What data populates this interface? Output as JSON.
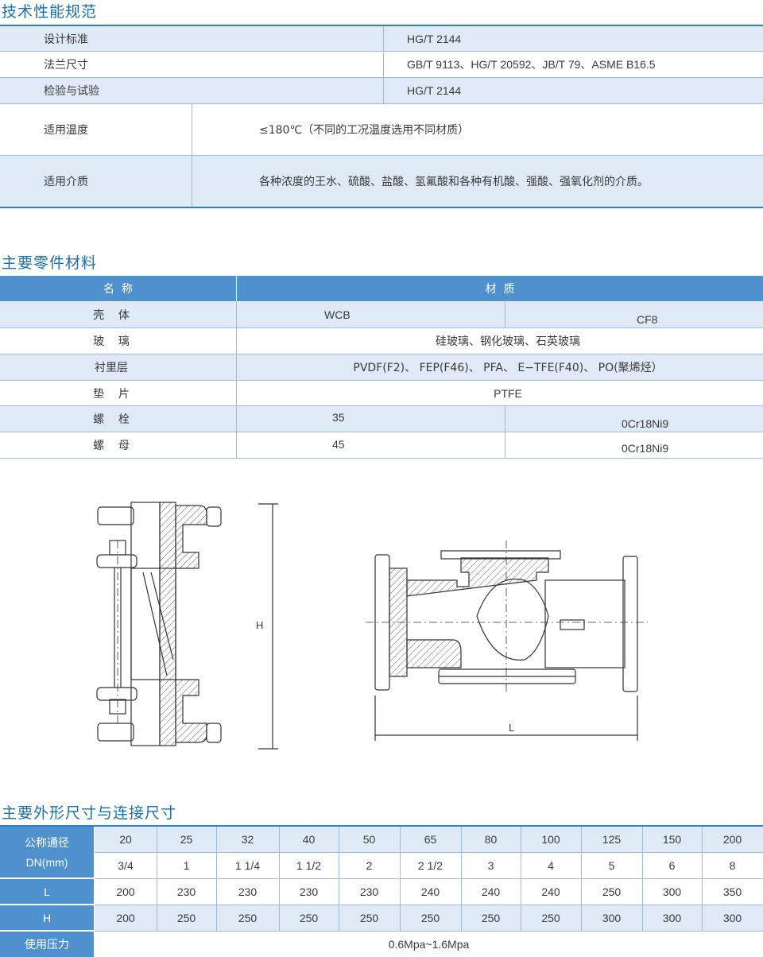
{
  "spec": {
    "title": "技术性能规范",
    "rows": [
      {
        "label": "设计标准",
        "value": "HG/T 2144"
      },
      {
        "label": "法兰尺寸",
        "value": "GB/T 9113、HG/T 20592、JB/T 79、ASME  B16.5"
      },
      {
        "label": "检验与试验",
        "value": "HG/T 2144"
      },
      {
        "label": "适用温度",
        "value": "≤180℃（不同的工况温度选用不同材质）"
      },
      {
        "label": "适用介质",
        "value": "各种浓度的王水、硫酸、盐酸、氢氟酸和各种有机酸、强酸、强氧化剂的介质。"
      }
    ]
  },
  "materials": {
    "title": "主要零件材料",
    "header_name": "名  称",
    "header_material": "材  质",
    "rows": [
      {
        "name": "壳    体",
        "a": "WCB",
        "b": "CF8"
      },
      {
        "name": "玻    璃",
        "full": "硅玻璃、钢化玻璃、石英玻璃"
      },
      {
        "name": "衬里层",
        "full": "PVDF(F2)、 FEP(F46)、 PFA、 E−TFE(F40)、 PO(聚烯烃）"
      },
      {
        "name": "垫    片",
        "full": "PTFE"
      },
      {
        "name": "螺    栓",
        "a": "35",
        "b": "0Cr18Ni9"
      },
      {
        "name": "螺    母",
        "a": "45",
        "b": "0Cr18Ni9"
      }
    ]
  },
  "drawing": {
    "h_label": "H",
    "l_label": "L"
  },
  "dims": {
    "title": "主要外形尺寸与连接尺寸",
    "dn_label_1": "公称通径",
    "dn_label_2": "DN(mm)",
    "dn": [
      "20",
      "25",
      "32",
      "40",
      "50",
      "65",
      "80",
      "100",
      "125",
      "150",
      "200"
    ],
    "inch": [
      "3/4",
      "1",
      "1 1/4",
      "1 1/2",
      "2",
      "2 1/2",
      "3",
      "4",
      "5",
      "6",
      "8"
    ],
    "l_label": "L",
    "l": [
      "200",
      "230",
      "230",
      "230",
      "230",
      "240",
      "240",
      "240",
      "250",
      "300",
      "350"
    ],
    "h_label": "H",
    "h": [
      "200",
      "250",
      "250",
      "250",
      "250",
      "250",
      "250",
      "250",
      "300",
      "300",
      "300"
    ],
    "pressure_label": "使用压力",
    "pressure": "0.6Mpa~1.6Mpa"
  },
  "colors": {
    "accent": "#1a6fb0",
    "header": "#4f90cf",
    "band": "#dfeaf6"
  }
}
